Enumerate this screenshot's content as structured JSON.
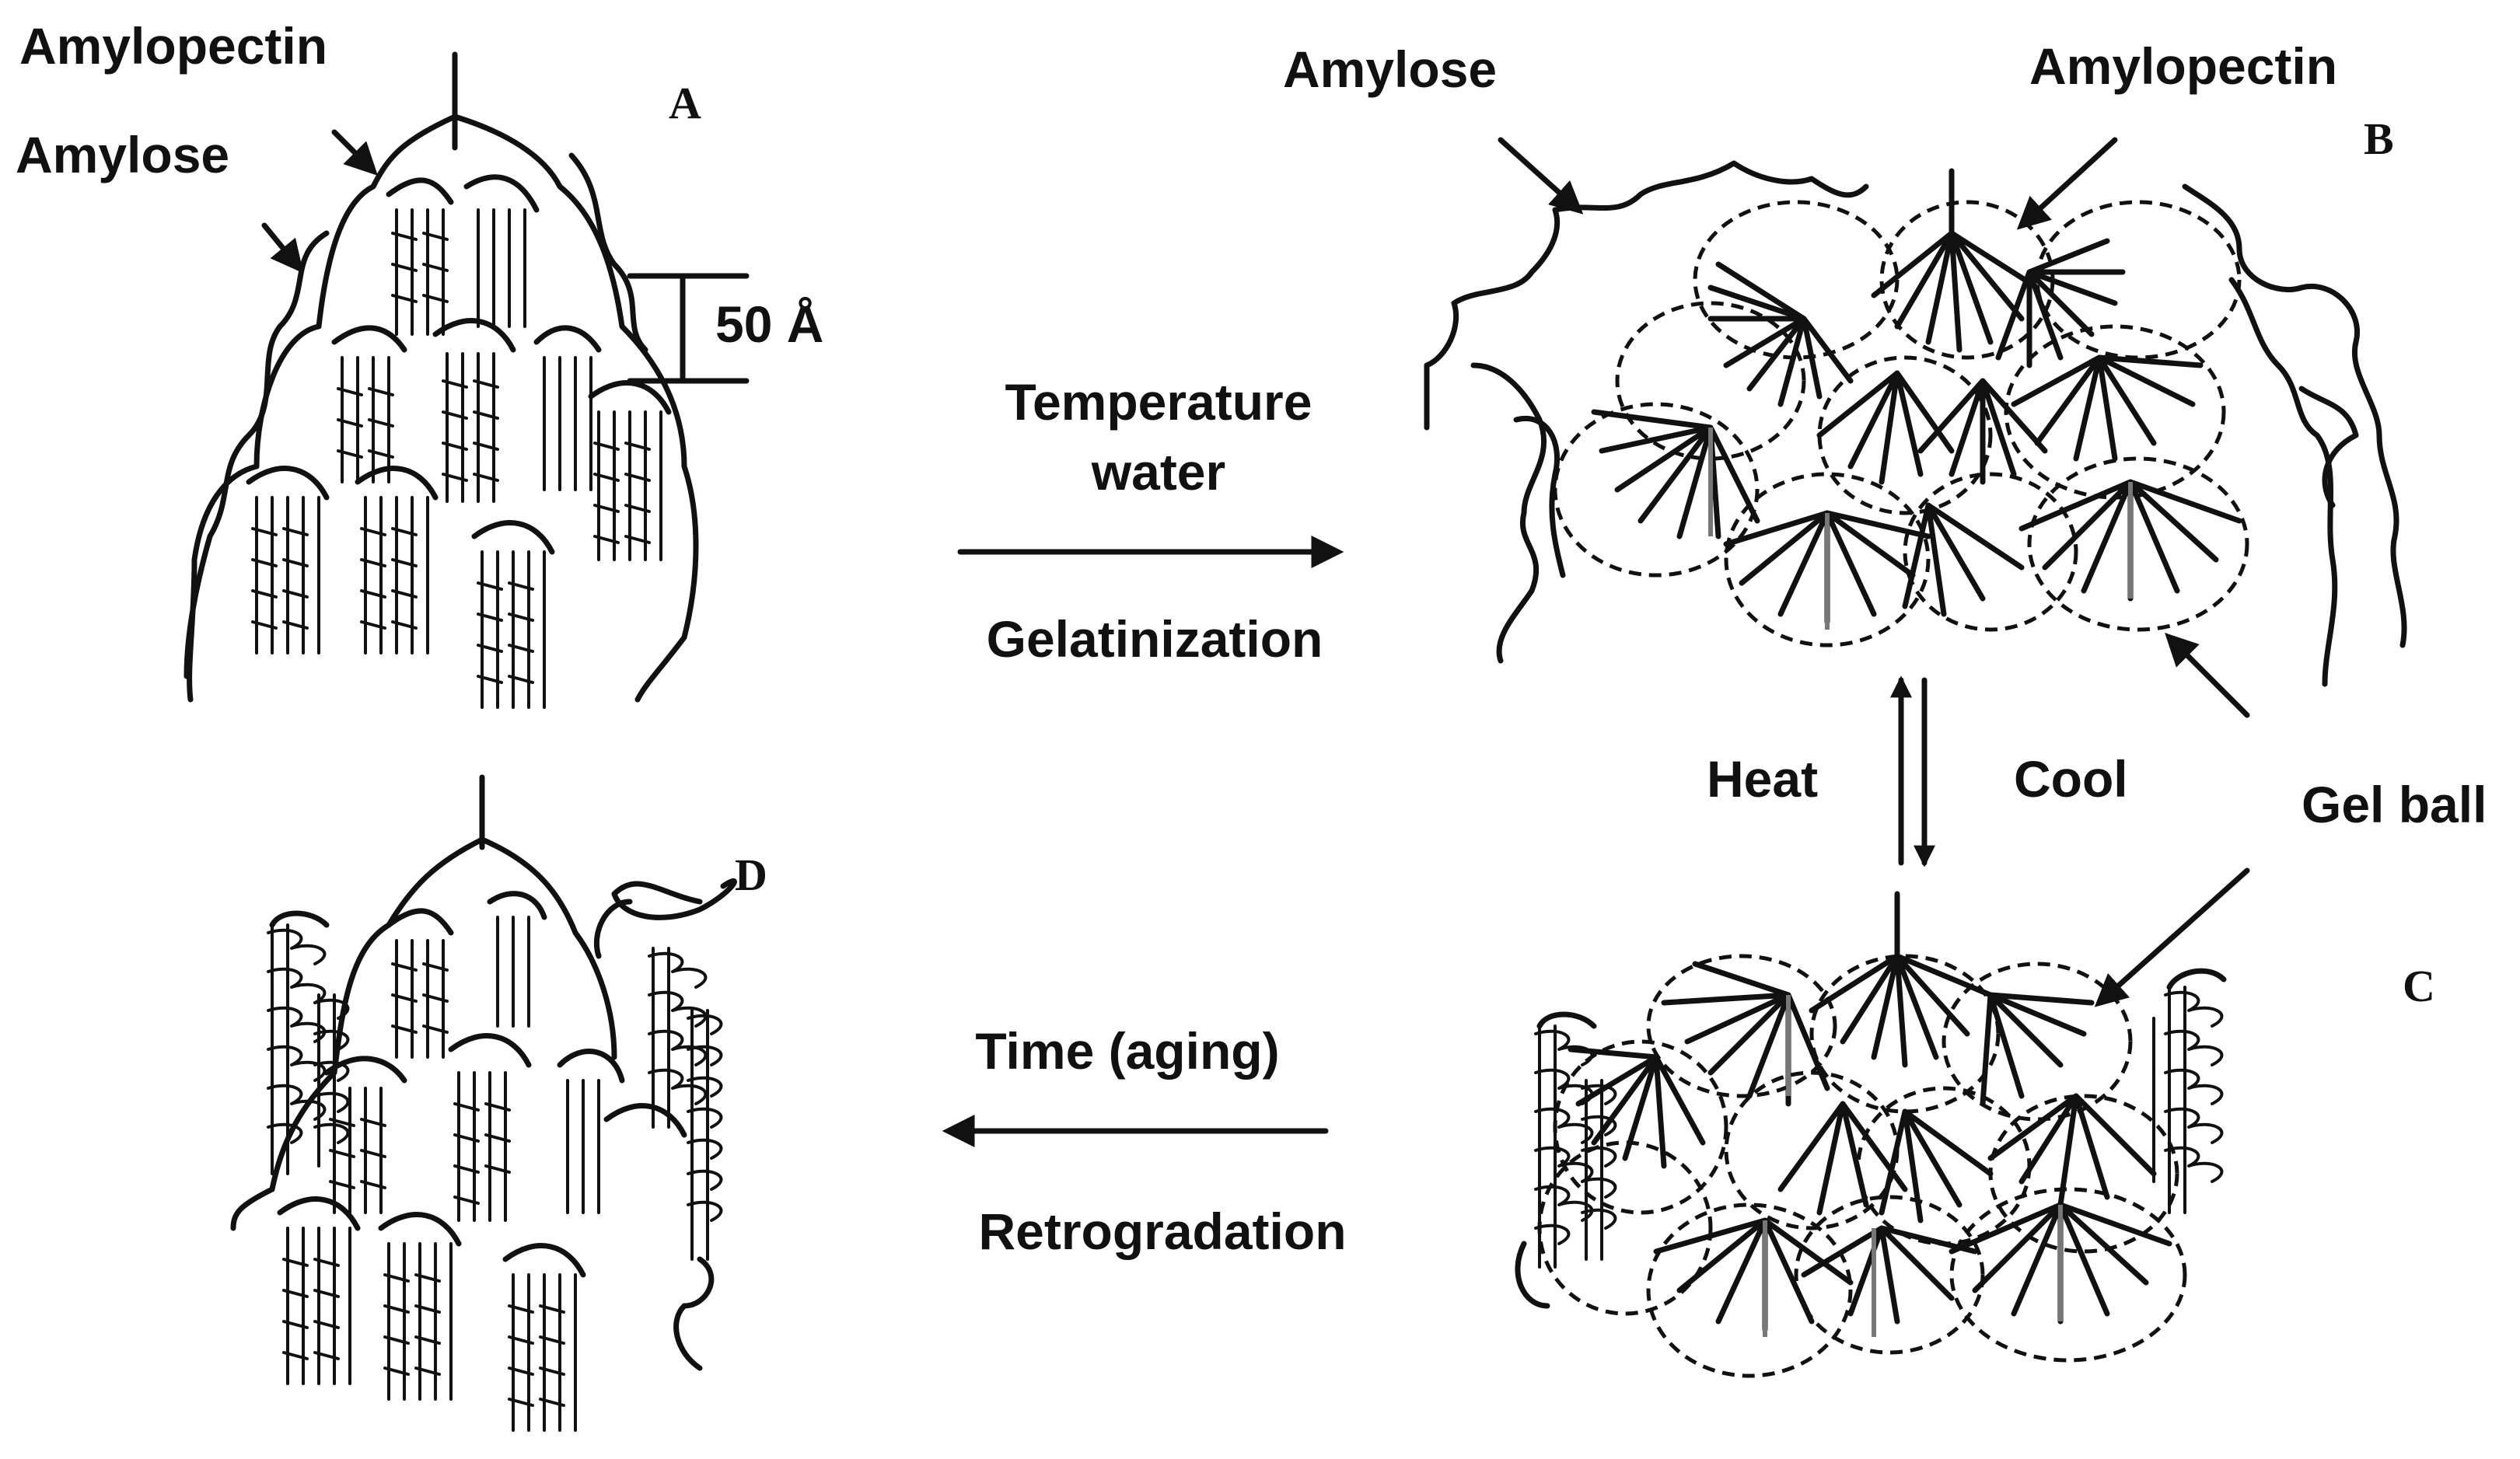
{
  "panels": {
    "a": "A",
    "b": "B",
    "c": "C",
    "d": "D"
  },
  "panel_a": {
    "amylopectin": "Amylopectin",
    "amylose": "Amylose",
    "scale": "50 Å"
  },
  "panel_b": {
    "amylose": "Amylose",
    "amylopectin": "Amylopectin"
  },
  "process_ab": {
    "top": "Temperature",
    "top2": "water",
    "bottom": "Gelatinization"
  },
  "process_bc": {
    "left": "Heat",
    "right": "Cool",
    "gel": "Gel ball"
  },
  "process_cd": {
    "top": "Time (aging)",
    "bottom": "Retrogradation"
  },
  "colors": {
    "ink": "#111111",
    "background": "#ffffff"
  }
}
